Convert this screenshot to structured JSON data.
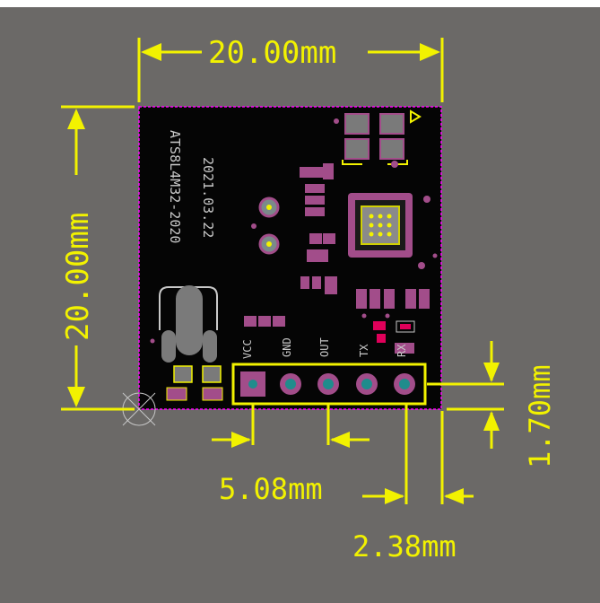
{
  "board": {
    "silkscreen_line1": "ATS8L4M32-2020",
    "silkscreen_line2": "2021.03.22"
  },
  "dimensions": {
    "width": "20.00mm",
    "height": "20.00mm",
    "pin_pitch": "5.08mm",
    "edge_offset": "2.38mm",
    "pin_row_offset": "1.70mm"
  },
  "pins": [
    "VCC",
    "GND",
    "OUT",
    "TX",
    "RX"
  ],
  "colors": {
    "background": "#6b6967",
    "board": "#050505",
    "outline": "#ff00ff",
    "dimension": "#f2f200",
    "pad": "#a24d8a",
    "via": "#7a8a8a"
  }
}
